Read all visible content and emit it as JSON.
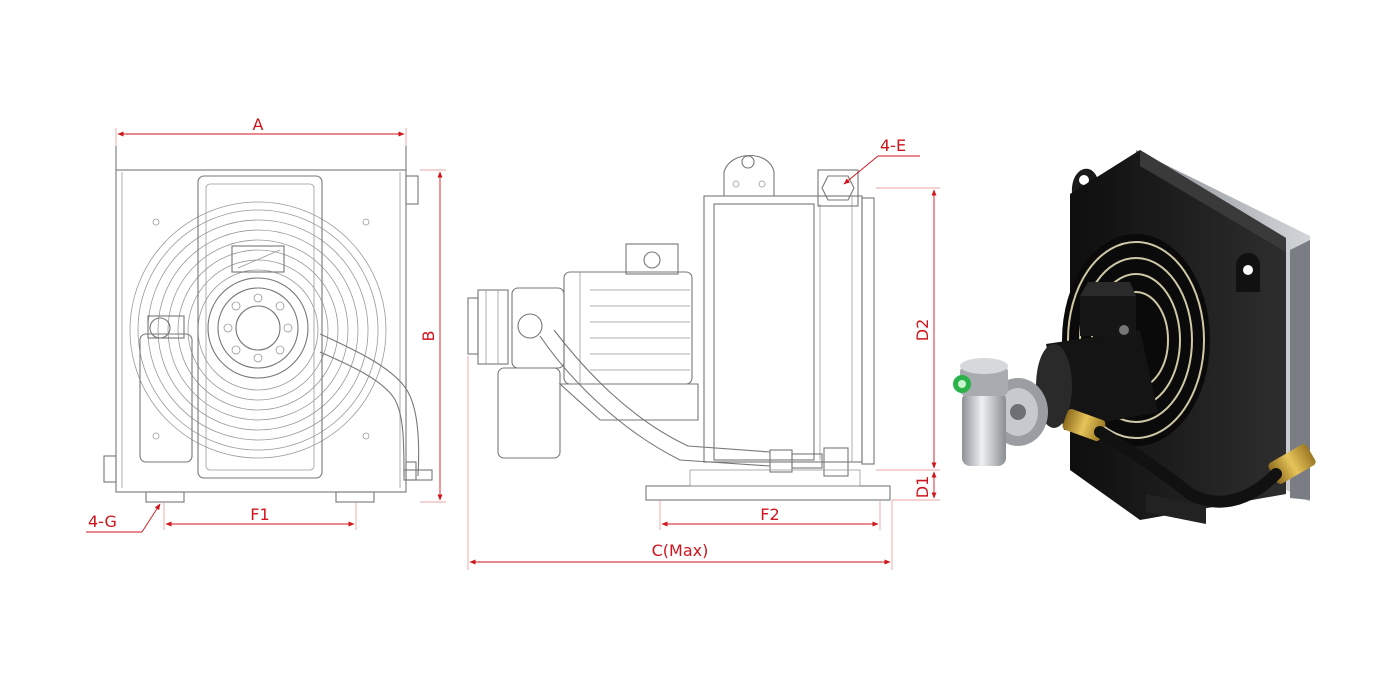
{
  "labels": {
    "a": "A",
    "b": "B",
    "c": "C(Max)",
    "d1": "D1",
    "d2": "D2",
    "e": "4-E",
    "f1": "F1",
    "f2": "F2",
    "g": "4-G"
  },
  "colors": {
    "dimension": "#d0141b",
    "drawing_line": "#777777",
    "body": "#1c1c1c",
    "brass": "#c9a53a",
    "filter": "#b9bcc0",
    "indicator": "#2bb34a"
  }
}
